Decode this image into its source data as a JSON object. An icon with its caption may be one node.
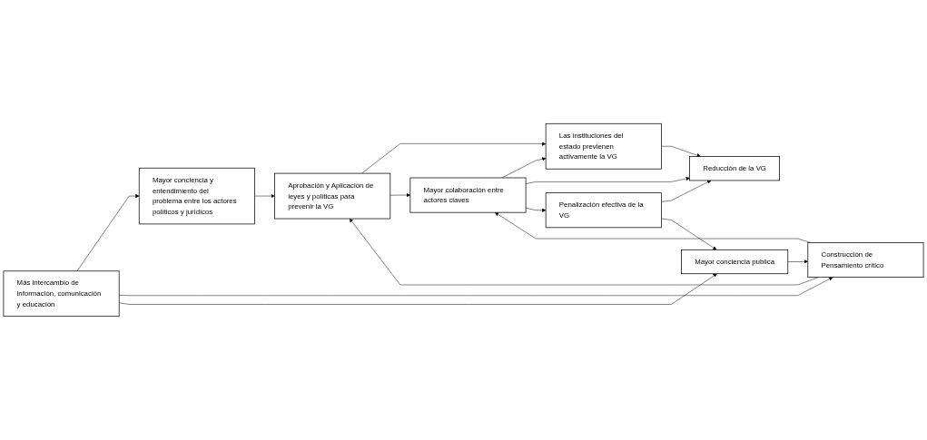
{
  "diagram": {
    "nodes": [
      {
        "text": [
          "Mayor conciencia y entendimiento del problema entre los actores políticos y jurídicos"
        ]
      },
      {
        "text": [
          "Aprobación y Aplicación de leyes y políticas para prevenir la VG"
        ]
      },
      {
        "text": [
          "Las instituciones del estado previenen activamente la VG"
        ]
      },
      {
        "text": [
          "Más intercambio de información, comunicación y educación"
        ]
      },
      {
        "text": [
          "Construcción de Pensamiento crítico"
        ]
      },
      {
        "text": [
          "Mayor colaboración entre actores claves"
        ]
      },
      {
        "text": [
          "Reducción de la VG"
        ]
      },
      {
        "text": [
          "Penalización efectiva de la VG"
        ]
      },
      {
        "text": [
          "Mayor conciencia publica"
        ]
      }
    ],
    "edges": [
      {
        "from": 3,
        "to": 0,
        "arrow": "to"
      },
      {
        "from": 0,
        "to": 1,
        "arrow": "to"
      },
      {
        "from": 1,
        "to": 2,
        "arrow": "to"
      },
      {
        "from": 1,
        "to": 5,
        "arrow": "to"
      },
      {
        "from": 5,
        "to": 2,
        "arrow": "to"
      },
      {
        "from": 2,
        "to": 6,
        "arrow": "to"
      },
      {
        "from": 3,
        "to": 4,
        "arrow": "to"
      },
      {
        "from": 4,
        "to": 1,
        "arrow": "to"
      },
      {
        "from": 4,
        "to": 5,
        "arrow": "to"
      },
      {
        "from": 5,
        "to": 6,
        "arrow": "to"
      },
      {
        "from": 3,
        "to": 8,
        "arrow": "to"
      },
      {
        "from": 8,
        "to": 4,
        "arrow": "to"
      },
      {
        "from": 5,
        "to": 7,
        "arrow": "to"
      },
      {
        "from": 7,
        "to": 6,
        "arrow": "to"
      },
      {
        "from": 7,
        "to": 8,
        "arrow": "to"
      }
    ]
  }
}
